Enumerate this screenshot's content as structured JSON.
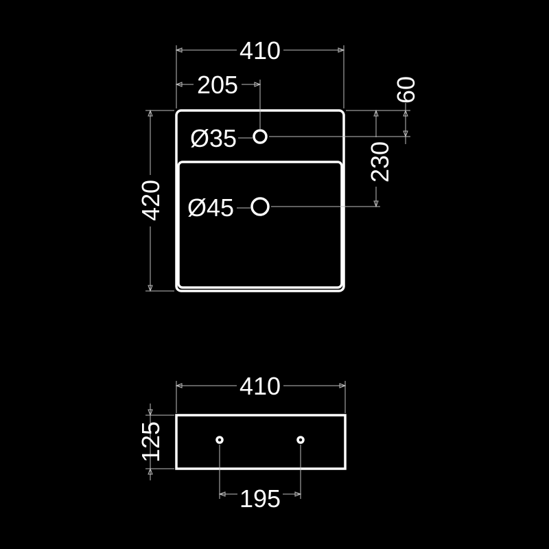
{
  "top_view": {
    "width_label": "410",
    "tap_offset_label": "205",
    "depth_label": "420",
    "tap_from_back_label": "60",
    "drain_from_back_label": "230",
    "tap_hole_label": "Ø35",
    "drain_hole_label": "Ø45"
  },
  "front_view": {
    "width_label": "410",
    "height_label": "125",
    "bracket_spacing_label": "195"
  },
  "colors": {
    "background": "#000000",
    "lines": "#ffffff",
    "dimension_lines": "#bfbfbf"
  }
}
